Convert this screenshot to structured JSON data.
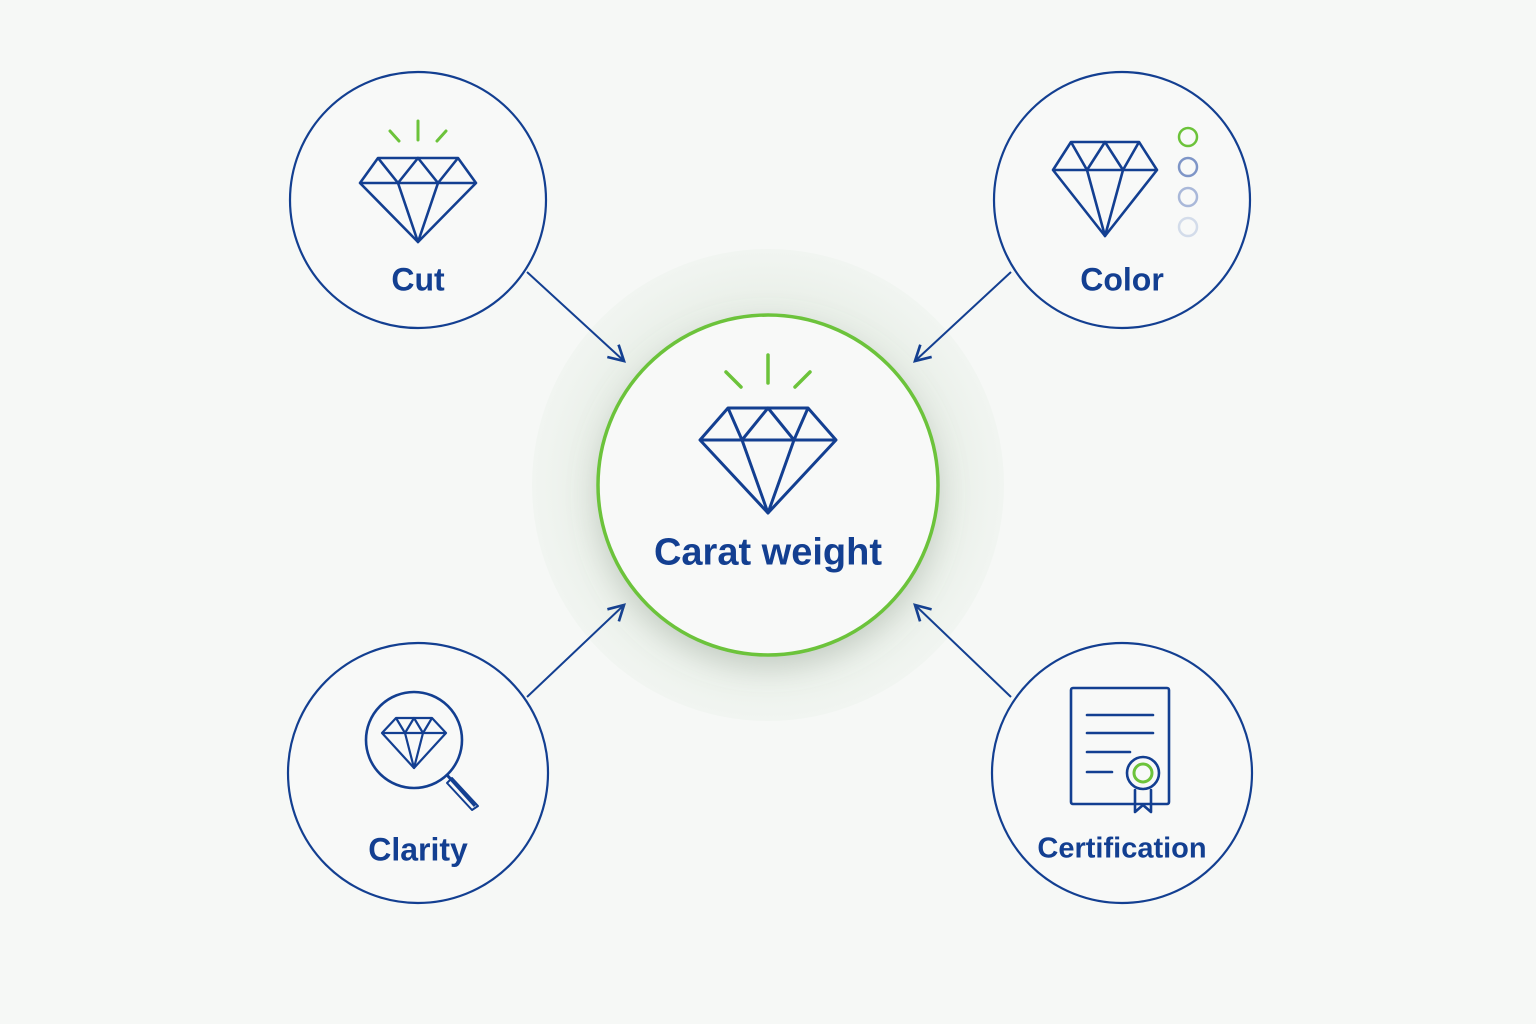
{
  "diagram": {
    "center": {
      "label": "Carat weight",
      "icon": "sparkling-diamond-icon"
    },
    "factors": [
      {
        "id": "cut",
        "label": "Cut",
        "icon": "sparkling-diamond-icon"
      },
      {
        "id": "color",
        "label": "Color",
        "icon": "diamond-color-scale-icon"
      },
      {
        "id": "clarity",
        "label": "Clarity",
        "icon": "diamond-magnifier-icon"
      },
      {
        "id": "certification",
        "label": "Certification",
        "icon": "certificate-icon"
      }
    ],
    "colors": {
      "primary": "#133f91",
      "accent": "#6cc33a",
      "background": "#f6f8f6",
      "halo": "#eaf0ea"
    }
  }
}
